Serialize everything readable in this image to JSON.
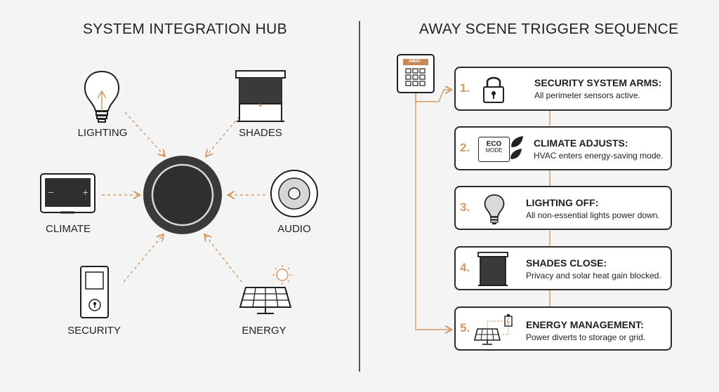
{
  "hub": {
    "title": "SYSTEM INTEGRATION HUB",
    "nodes": {
      "lighting": "LIGHTING",
      "shades": "SHADES",
      "climate": "CLIMATE",
      "audio": "AUDIO",
      "security": "SECURITY",
      "energy": "ENERGY"
    }
  },
  "sequence": {
    "title": "AWAY SCENE TRIGGER SEQUENCE",
    "keypad_label": "AWAY",
    "steps": [
      {
        "num": "1.",
        "title": "SECURITY SYSTEM ARMS:",
        "desc": "All perimeter sensors active."
      },
      {
        "num": "2.",
        "title": "CLIMATE ADJUSTS:",
        "desc": "HVAC enters energy-saving mode.",
        "badge_top": "ECO",
        "badge_bottom": "MODE"
      },
      {
        "num": "3.",
        "title": "LIGHTING OFF:",
        "desc": "All non-essential lights power down."
      },
      {
        "num": "4.",
        "title": "SHADES CLOSE:",
        "desc": "Privacy and solar heat gain blocked."
      },
      {
        "num": "5.",
        "title": "ENERGY MANAGEMENT:",
        "desc": "Power diverts to storage or grid."
      }
    ]
  },
  "colors": {
    "accent": "#d39a62",
    "dark": "#2b2b2b",
    "hub_ring": "#3a3a3a"
  }
}
